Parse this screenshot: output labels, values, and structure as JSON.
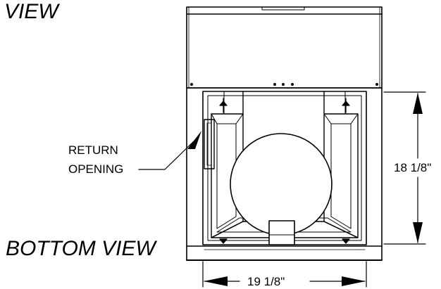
{
  "labels": {
    "top_view_partial": "VIEW",
    "bottom_view": "BOTTOM VIEW",
    "return_line1": "RETURN",
    "return_line2": "OPENING",
    "height_dim": "18 1/8\"",
    "width_dim": "19 1/8\""
  }
}
